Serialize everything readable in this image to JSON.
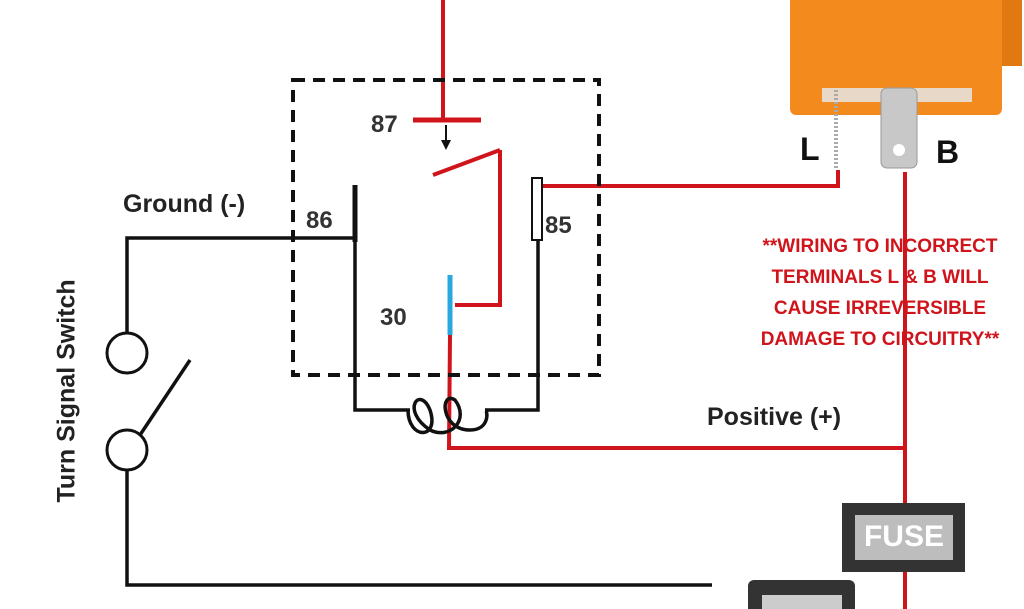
{
  "labels": {
    "ground": "Ground (-)",
    "positive": "Positive (+)",
    "turn_signal_switch": "Turn Signal Switch",
    "pin_87": "87",
    "pin_86": "86",
    "pin_85": "85",
    "pin_30": "30",
    "terminal_l": "L",
    "terminal_b": "B",
    "fuse": "FUSE"
  },
  "warning": [
    "**WIRING TO INCORRECT",
    "TERMINALS L & B WILL",
    "CAUSE IRREVERSIBLE",
    "DAMAGE TO CIRCUITRY**"
  ],
  "colors": {
    "positive_wire": "#d0141c",
    "ground_wire": "#111111",
    "flasher": "#f28a1e",
    "contact_30": "#29a8e0"
  }
}
